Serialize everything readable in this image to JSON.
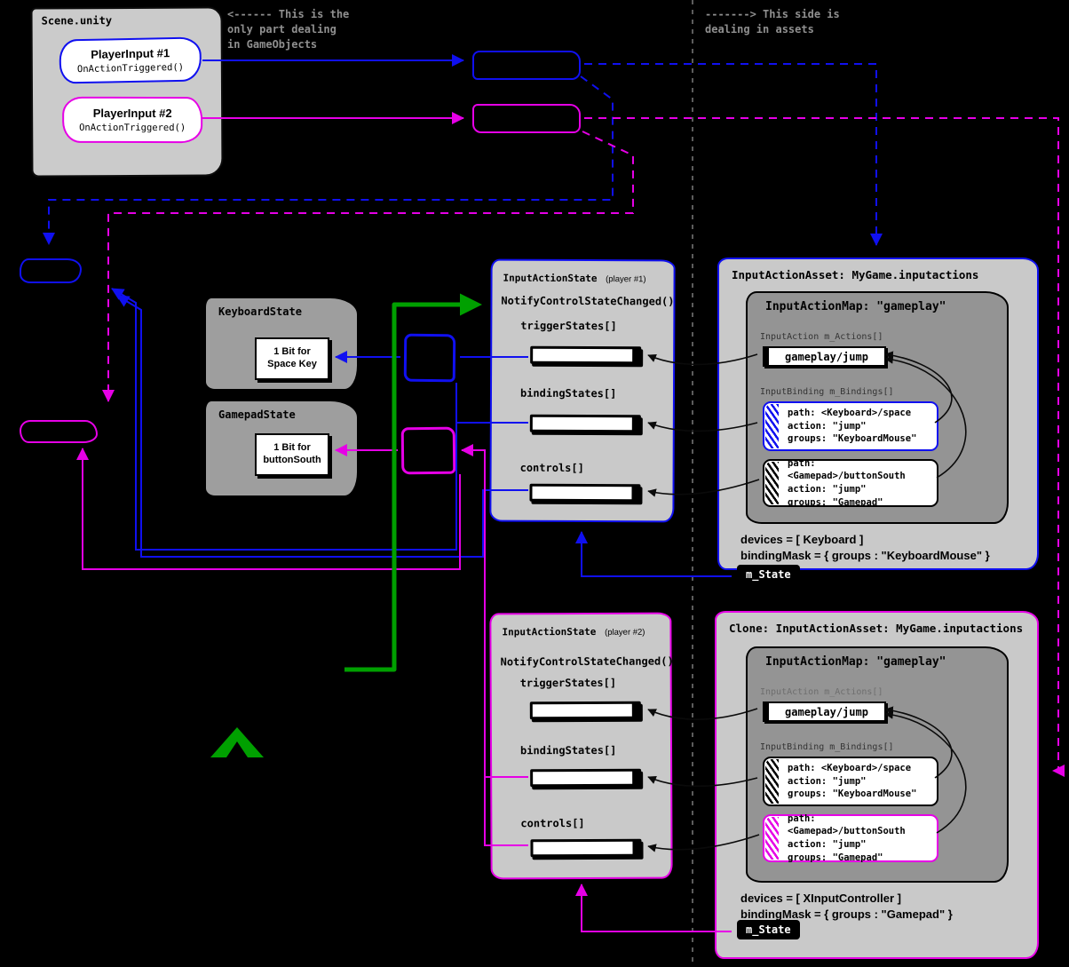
{
  "annotations": {
    "left_note": "<------ This is the\nonly part dealing\nin GameObjects",
    "right_note": "-------> This side is\ndealing in assets"
  },
  "scene": {
    "title": "Scene.unity",
    "player_input_1": {
      "name": "PlayerInput #1",
      "callback": "OnActionTriggered()"
    },
    "player_input_2": {
      "name": "PlayerInput #2",
      "callback": "OnActionTriggered()"
    }
  },
  "device_states": {
    "keyboard": {
      "title": "KeyboardState",
      "bit_label": "1 Bit for\nSpace Key"
    },
    "gamepad": {
      "title": "GamepadState",
      "bit_label": "1 Bit for\nbuttonSouth"
    }
  },
  "action_states": [
    {
      "title": "InputActionState",
      "subtitle": "(player #1)",
      "notify": "NotifyControlStateChanged()",
      "trigger_states": "triggerStates[]",
      "binding_states": "bindingStates[]",
      "controls": "controls[]"
    },
    {
      "title": "InputActionState",
      "subtitle": "(player #2)",
      "notify": "NotifyControlStateChanged()",
      "trigger_states": "triggerStates[]",
      "binding_states": "bindingStates[]",
      "controls": "controls[]"
    }
  ],
  "assets": [
    {
      "title": "InputActionAsset: MyGame.inputactions",
      "map": {
        "title": "InputActionMap: \"gameplay\"",
        "actions_label": "InputAction m_Actions[]",
        "action": "gameplay/jump",
        "bindings_label": "InputBinding m_Bindings[]",
        "bindings": [
          "path: <Keyboard>/space\naction: \"jump\"\ngroups: \"KeyboardMouse\"",
          "path: <Gamepad>/buttonSouth\naction: \"jump\"\ngroups: \"Gamepad\""
        ]
      },
      "devices": "devices = [ Keyboard ]",
      "binding_mask": "bindingMask = { groups : \"KeyboardMouse\" }",
      "m_state": "m_State"
    },
    {
      "title": "Clone: InputActionAsset: MyGame.inputactions",
      "map": {
        "title": "InputActionMap: \"gameplay\"",
        "actions_label": "InputAction m_Actions[]",
        "action": "gameplay/jump",
        "bindings_label": "InputBinding m_Bindings[]",
        "bindings": [
          "path: <Keyboard>/space\naction: \"jump\"\ngroups: \"KeyboardMouse\"",
          "path: <Gamepad>/buttonSouth\naction: \"jump\"\ngroups: \"Gamepad\""
        ]
      },
      "devices": "devices = [ XInputController ]",
      "binding_mask": "bindingMask = { groups : \"Gamepad\" }",
      "m_state": "m_State"
    }
  ]
}
